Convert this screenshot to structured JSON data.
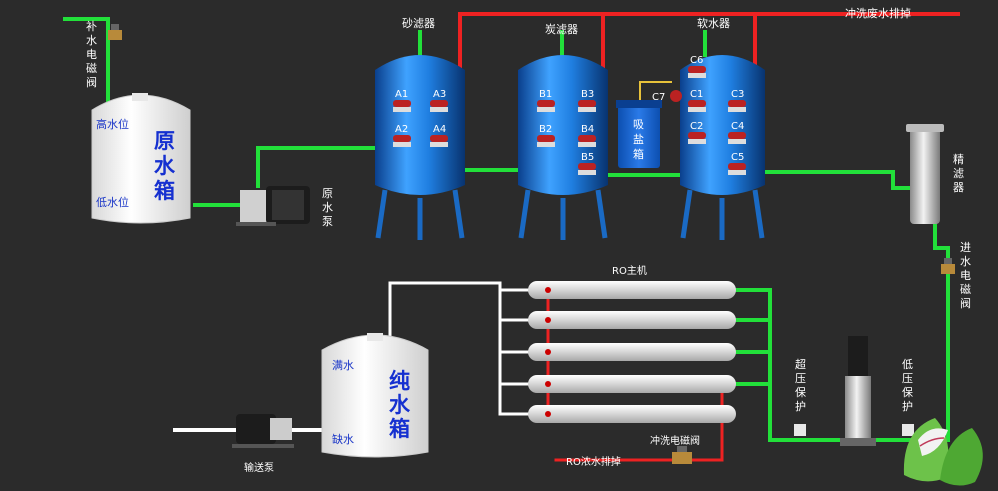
{
  "labels": {
    "makeup_valve": [
      "补",
      "水",
      "电",
      "磁",
      "阀"
    ],
    "raw_tank_name": [
      "原",
      "水",
      "箱"
    ],
    "raw_high": "高水位",
    "raw_low": "低水位",
    "raw_pump": [
      "原",
      "水",
      "泵"
    ],
    "sand_filter": "砂滤器",
    "carbon_filter": "炭滤器",
    "softener": "软水器",
    "flush_drain": "冲洗废水排掉",
    "salt_box": [
      "吸",
      "盐",
      "箱"
    ],
    "precision_filter": [
      "精",
      "滤",
      "器"
    ],
    "inlet_valve": [
      "进",
      "水",
      "电",
      "磁",
      "阀"
    ],
    "ro_host": "RO主机",
    "pure_tank_name": [
      "纯",
      "水",
      "箱"
    ],
    "pure_full": "满水",
    "pure_low": "缺水",
    "transfer_pump": "输送泵",
    "over_pressure": [
      "超",
      "压",
      "保",
      "护"
    ],
    "low_pressure": [
      "低",
      "压",
      "保",
      "护"
    ],
    "flush_valve": "冲洗电磁阀",
    "ro_concentrate": "RO浓水排掉"
  },
  "valves": {
    "sand": [
      "A1",
      "A3",
      "A2",
      "A4"
    ],
    "carbon": [
      "B1",
      "B3",
      "B2",
      "B4",
      "B5"
    ],
    "softener": [
      "C6",
      "C7",
      "C1",
      "C3",
      "C2",
      "C4",
      "C5"
    ]
  },
  "colors": {
    "background": "#2b2b2b",
    "green_pipe": "#22e03a",
    "red_pipe": "#ee2222",
    "white_pipe": "#ffffff",
    "vessel_blue": "#1a7ad8"
  }
}
